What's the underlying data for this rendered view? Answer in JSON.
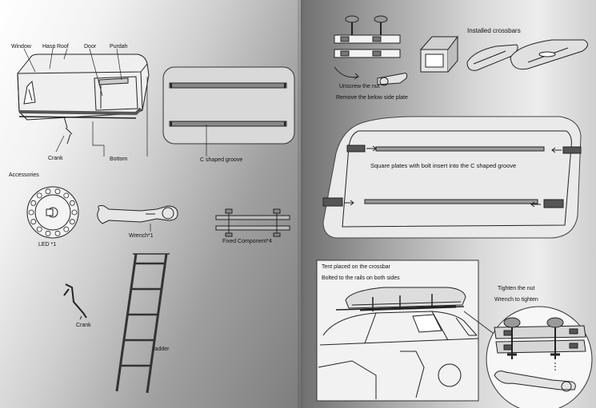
{
  "left_page": {
    "tent_labels": {
      "window": "Window",
      "hasp": "Hasp",
      "roof": "Roof",
      "door": "Door",
      "purdah": "Purdah",
      "crank": "Crank",
      "bottom": "Bottom",
      "c_groove": "C shaped groove"
    },
    "accessories_heading": "Accessories",
    "accessories": {
      "led": "LED *1",
      "wrench": "Wrench*1",
      "fixed_component": "Fixed Component*4",
      "crank": "Crank",
      "ladder": "ladder"
    }
  },
  "right_page": {
    "installed_crossbars": "Installed crossbars",
    "unscrew_nut": "Unscrew the nut",
    "remove_plate": "Remove the below side plate",
    "square_plates": "Square plates with bolt insert into the C shaped groove",
    "tent_on_crossbar": "Tent placed on the crossbar",
    "bolted_rails": "Bolted to the rails on both sides",
    "tighten_nut": "Tighten the nut",
    "wrench_tighten": "Wrench to tighten"
  }
}
